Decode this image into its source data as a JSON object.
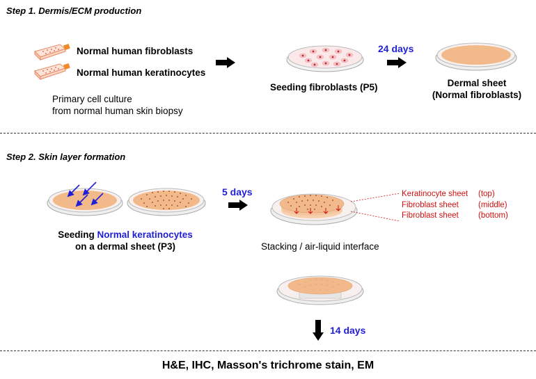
{
  "step1": {
    "title": "Step 1. Dermis/ECM production",
    "fibroblasts_label": "Normal human fibroblasts",
    "keratinocytes_label": "Normal human keratinocytes",
    "primary_line1": "Primary cell culture",
    "primary_line2": "from normal human skin biopsy",
    "seeding_label": "Seeding fibroblasts (P5)",
    "days_label": "24 days",
    "dermal_line1": "Dermal sheet",
    "dermal_line2": "(Normal fibroblasts)"
  },
  "step2": {
    "title": "Step 2. Skin layer formation",
    "seeding_prefix": "Seeding ",
    "seeding_highlight": "Normal keratinocytes",
    "seeding_line2": "on a dermal sheet (P3)",
    "days5_label": "5 days",
    "stacking_label": "Stacking / air-liquid interface",
    "layers": [
      {
        "name": "Keratinocyte sheet",
        "position": "(top)"
      },
      {
        "name": "Fibroblast sheet",
        "position": "(middle)"
      },
      {
        "name": "Fibroblast sheet",
        "position": "(bottom)"
      }
    ],
    "days14_label": "14 days",
    "final_analysis": "H&E, IHC, Masson's trichrome stain, EM"
  },
  "colors": {
    "blue": "#1f1fd6",
    "red": "#d01010",
    "sheet": "#f2b98a",
    "flask_orange": "#f08a2a"
  }
}
